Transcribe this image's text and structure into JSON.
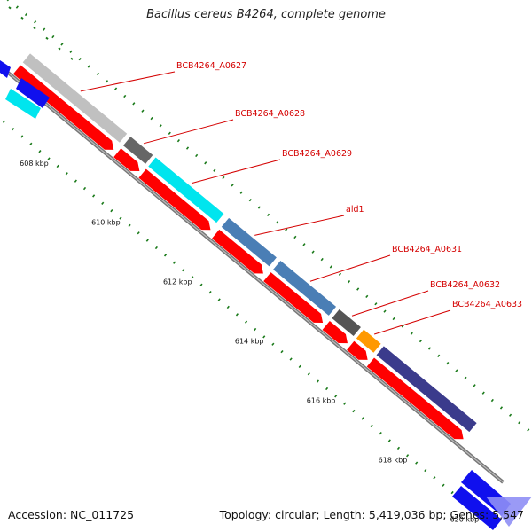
{
  "title": "Bacillus cereus B4264, complete genome",
  "footer": {
    "accession": "Accession: NC_011725",
    "summary": "Topology: circular; Length: 5,419,036 bp; Genes: 5,547"
  },
  "colors": {
    "backbone": "#777777",
    "cds": "#ff0000",
    "tick": "#1a7a1a",
    "label": "#d40000"
  },
  "ticks": [
    "608 kbp",
    "610 kbp",
    "612 kbp",
    "614 kbp",
    "616 kbp",
    "618 kbp",
    "620 kbp"
  ],
  "genes": [
    {
      "label": "BCB4264_A0627",
      "start": 606400,
      "end": 609100,
      "color": "#c0c0c0",
      "strand": "+"
    },
    {
      "label": "BCB4264_A0628",
      "start": 609200,
      "end": 609820,
      "color": "#666666",
      "strand": "+"
    },
    {
      "label": "BCB4264_A0629",
      "start": 609900,
      "end": 611800,
      "color": "#00e5ee",
      "strand": "+"
    },
    {
      "label": "ald1",
      "start": 611940,
      "end": 613270,
      "color": "#4a7eb5",
      "strand": "+"
    },
    {
      "label": "BCB4264_A0631",
      "start": 613380,
      "end": 614930,
      "color": "#4a7eb5",
      "strand": "+"
    },
    {
      "label": "BCB4264_A0632",
      "start": 615020,
      "end": 615620,
      "color": "#555555",
      "strand": "+"
    },
    {
      "label": "BCB4264_A0633",
      "start": 615700,
      "end": 616180,
      "color": "#ff9900",
      "strand": "+"
    },
    {
      "label": "",
      "start": 616260,
      "end": 618850,
      "color": "#3b3b8c",
      "strand": "+"
    }
  ]
}
